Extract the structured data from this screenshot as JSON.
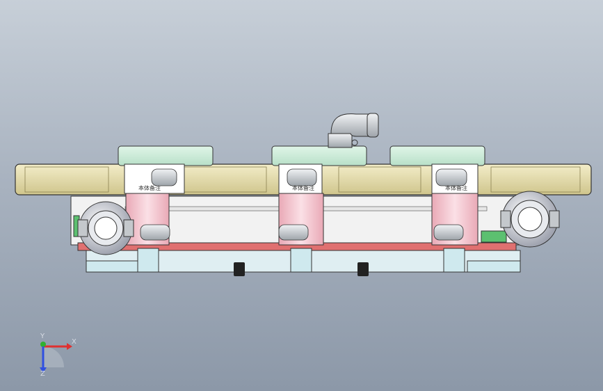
{
  "viewport": {
    "background_top": "#c7cfd8",
    "background_bottom": "#8c98a8"
  },
  "model": {
    "part_colors": {
      "tan_plate": "#e4dcae",
      "mint_block": "#c8e8d4",
      "pink_column": "#f2c6cf",
      "red_base": "#e07070",
      "light_blue_foot": "#cfe9ee",
      "steel": "#c4c8cc",
      "bolt": "#222222"
    },
    "cylinder_label": "本体备注"
  },
  "triad": {
    "x_label": "X",
    "y_label": "Y",
    "z_label": "Z",
    "x_color": "#e03030",
    "y_color": "#30b030",
    "z_color": "#3050e0"
  }
}
